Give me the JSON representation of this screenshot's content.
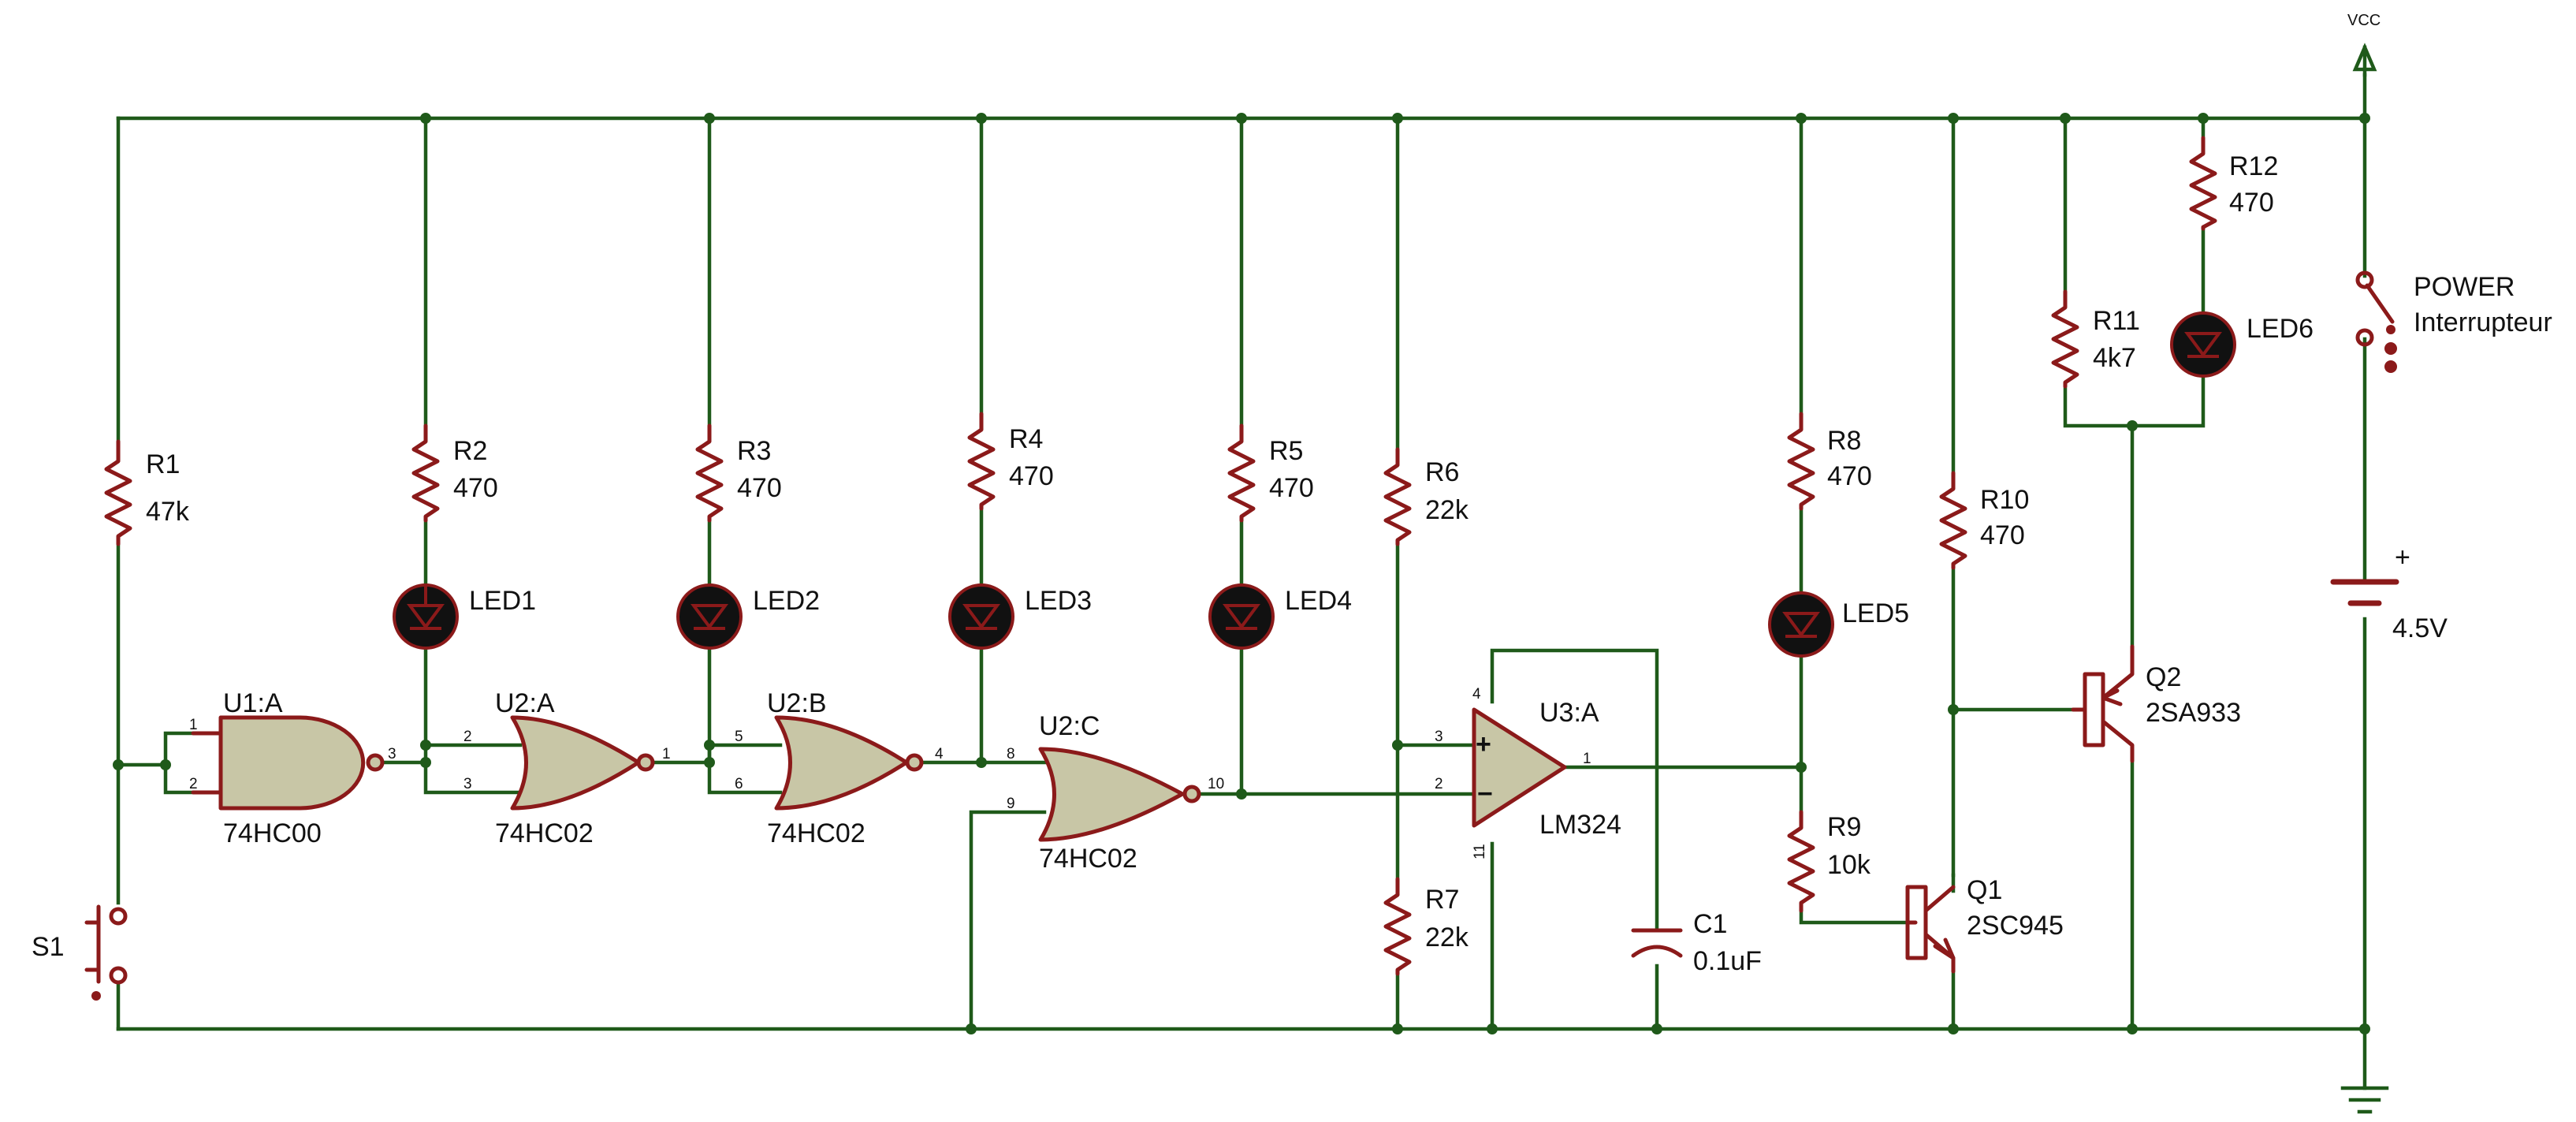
{
  "supply": {
    "vcc_label": "VCC",
    "battery_plus": "+",
    "battery_voltage": "4.5V"
  },
  "switches": {
    "s1": {
      "ref": "S1"
    },
    "power": {
      "ref": "POWER",
      "value": "Interrupteur"
    }
  },
  "resistors": [
    {
      "ref": "R1",
      "value": "47k"
    },
    {
      "ref": "R2",
      "value": "470"
    },
    {
      "ref": "R3",
      "value": "470"
    },
    {
      "ref": "R4",
      "value": "470"
    },
    {
      "ref": "R5",
      "value": "470"
    },
    {
      "ref": "R6",
      "value": "22k"
    },
    {
      "ref": "R7",
      "value": "22k"
    },
    {
      "ref": "R8",
      "value": "470"
    },
    {
      "ref": "R9",
      "value": "10k"
    },
    {
      "ref": "R10",
      "value": "470"
    },
    {
      "ref": "R11",
      "value": "4k7"
    },
    {
      "ref": "R12",
      "value": "470"
    }
  ],
  "leds": [
    "LED1",
    "LED2",
    "LED3",
    "LED4",
    "LED5",
    "LED6"
  ],
  "gates": [
    {
      "ref": "U1:A",
      "part": "74HC00",
      "pins": [
        "1",
        "2",
        "3"
      ]
    },
    {
      "ref": "U2:A",
      "part": "74HC02",
      "pins": [
        "2",
        "3",
        "1"
      ]
    },
    {
      "ref": "U2:B",
      "part": "74HC02",
      "pins": [
        "5",
        "6",
        "4"
      ]
    },
    {
      "ref": "U2:C",
      "part": "74HC02",
      "pins": [
        "8",
        "9",
        "10"
      ]
    }
  ],
  "opamp": {
    "ref": "U3:A",
    "part": "LM324",
    "pins": [
      "4",
      "3",
      "2",
      "1",
      "11"
    ],
    "plus": "+",
    "minus": "−"
  },
  "capacitor": {
    "ref": "C1",
    "value": "0.1uF"
  },
  "transistors": [
    {
      "ref": "Q1",
      "part": "2SC945"
    },
    {
      "ref": "Q2",
      "part": "2SA933"
    }
  ]
}
